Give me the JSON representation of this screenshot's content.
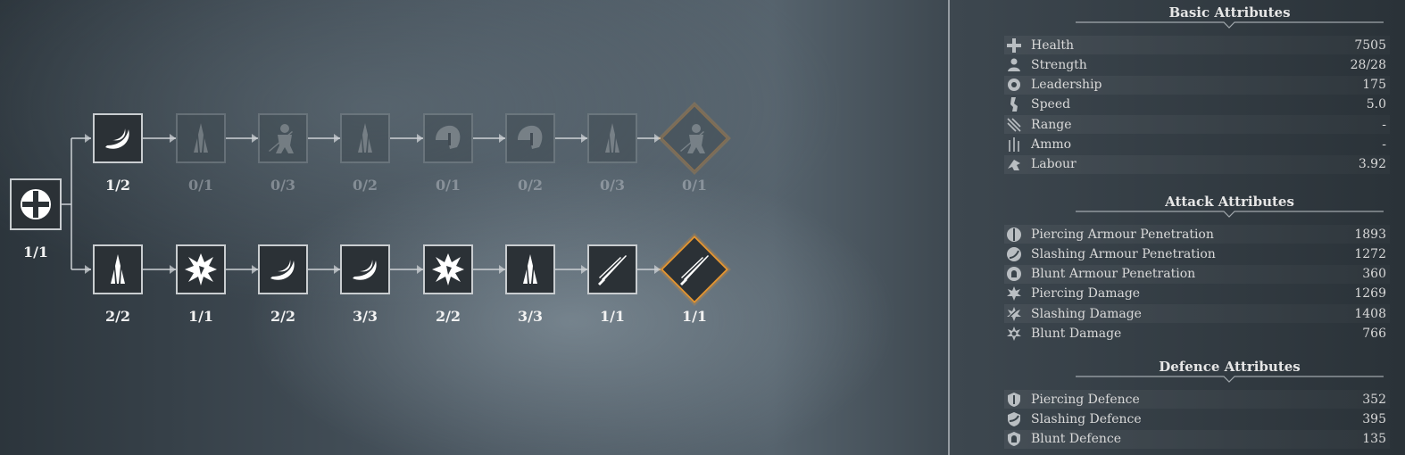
{
  "tree": {
    "root": {
      "level": "1/1",
      "icon": "cross-shield-icon"
    },
    "top": [
      {
        "level": "1/2",
        "icon": "slash-arc-icon",
        "locked": false
      },
      {
        "level": "0/1",
        "icon": "spear-icon",
        "locked": true
      },
      {
        "level": "0/3",
        "icon": "soldier-icon",
        "locked": true
      },
      {
        "level": "0/2",
        "icon": "spear-icon",
        "locked": true
      },
      {
        "level": "0/1",
        "icon": "helmet-icon",
        "locked": true
      },
      {
        "level": "0/2",
        "icon": "helmet-icon",
        "locked": true
      },
      {
        "level": "0/3",
        "icon": "spear-icon",
        "locked": true
      },
      {
        "level": "0/1",
        "icon": "soldier-icon",
        "locked": true,
        "final": true
      }
    ],
    "bottom": [
      {
        "level": "2/2",
        "icon": "spear-icon",
        "locked": false
      },
      {
        "level": "1/1",
        "icon": "burst-icon",
        "locked": false
      },
      {
        "level": "2/2",
        "icon": "slash-arc-icon",
        "locked": false
      },
      {
        "level": "3/3",
        "icon": "slash-arc-icon",
        "locked": false
      },
      {
        "level": "2/2",
        "icon": "burst-icon",
        "locked": false
      },
      {
        "level": "3/3",
        "icon": "spear-icon",
        "locked": false
      },
      {
        "level": "1/1",
        "icon": "crossed-spears-icon",
        "locked": false
      },
      {
        "level": "1/1",
        "icon": "crossed-spears-icon",
        "locked": false,
        "final": true
      }
    ]
  },
  "attributes": {
    "basic": {
      "title": "Basic Attributes",
      "rows": [
        {
          "label": "Health",
          "value": "7505",
          "icon": "health-icon"
        },
        {
          "label": "Strength",
          "value": "28/28",
          "icon": "strength-icon"
        },
        {
          "label": "Leadership",
          "value": "175",
          "icon": "leadership-icon"
        },
        {
          "label": "Speed",
          "value": "5.0",
          "icon": "speed-icon"
        },
        {
          "label": "Range",
          "value": "-",
          "icon": "range-icon"
        },
        {
          "label": "Ammo",
          "value": "-",
          "icon": "ammo-icon"
        },
        {
          "label": "Labour",
          "value": "3.92",
          "icon": "labour-icon"
        }
      ]
    },
    "attack": {
      "title": "Attack Attributes",
      "rows": [
        {
          "label": "Piercing Armour Penetration",
          "value": "1893",
          "icon": "piercing-pen-icon"
        },
        {
          "label": "Slashing Armour Penetration",
          "value": "1272",
          "icon": "slashing-pen-icon"
        },
        {
          "label": "Blunt Armour Penetration",
          "value": "360",
          "icon": "blunt-pen-icon"
        },
        {
          "label": "Piercing Damage",
          "value": "1269",
          "icon": "piercing-damage-icon"
        },
        {
          "label": "Slashing Damage",
          "value": "1408",
          "icon": "slashing-damage-icon"
        },
        {
          "label": "Blunt Damage",
          "value": "766",
          "icon": "blunt-damage-icon"
        }
      ]
    },
    "defence": {
      "title": "Defence Attributes",
      "rows": [
        {
          "label": "Piercing Defence",
          "value": "352",
          "icon": "piercing-defence-icon"
        },
        {
          "label": "Slashing Defence",
          "value": "395",
          "icon": "slashing-defence-icon"
        },
        {
          "label": "Blunt Defence",
          "value": "135",
          "icon": "blunt-defence-icon"
        }
      ]
    }
  }
}
